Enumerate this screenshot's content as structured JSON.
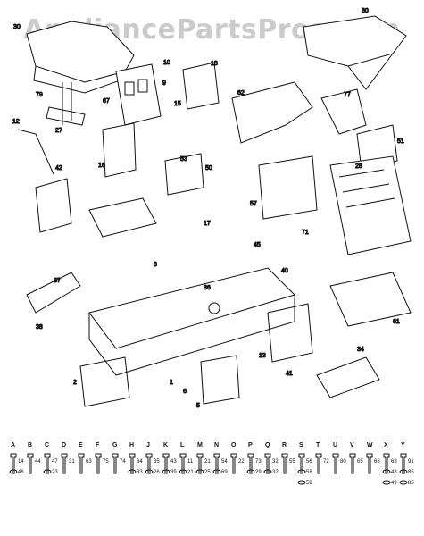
{
  "watermark": "AppliancePartsPros.com",
  "callouts": [
    {
      "id": "c30",
      "text": "30"
    },
    {
      "id": "c10",
      "text": "10"
    },
    {
      "id": "c18",
      "text": "18"
    },
    {
      "id": "c15",
      "text": "15"
    },
    {
      "id": "c67",
      "text": "67"
    },
    {
      "id": "c79",
      "text": "79"
    },
    {
      "id": "c27",
      "text": "27"
    },
    {
      "id": "c12",
      "text": "12"
    },
    {
      "id": "c42",
      "text": "42"
    },
    {
      "id": "c16",
      "text": "16"
    },
    {
      "id": "c53",
      "text": "53"
    },
    {
      "id": "c50",
      "text": "50"
    },
    {
      "id": "c60",
      "text": "60"
    },
    {
      "id": "c62",
      "text": "62"
    },
    {
      "id": "c77",
      "text": "77"
    },
    {
      "id": "c51",
      "text": "51"
    },
    {
      "id": "c28",
      "text": "28"
    },
    {
      "id": "c57",
      "text": "57"
    },
    {
      "id": "c71",
      "text": "71"
    },
    {
      "id": "c17",
      "text": "17"
    },
    {
      "id": "c45",
      "text": "45"
    },
    {
      "id": "c40",
      "text": "40"
    },
    {
      "id": "c37",
      "text": "37"
    },
    {
      "id": "c38",
      "text": "38"
    },
    {
      "id": "c36",
      "text": "36"
    },
    {
      "id": "c2",
      "text": "2"
    },
    {
      "id": "c1",
      "text": "1"
    },
    {
      "id": "c5",
      "text": "5"
    },
    {
      "id": "c13",
      "text": "13"
    },
    {
      "id": "c61",
      "text": "61"
    },
    {
      "id": "c34",
      "text": "34"
    },
    {
      "id": "c8",
      "text": "8"
    },
    {
      "id": "c6",
      "text": "6"
    },
    {
      "id": "c9",
      "text": "9"
    },
    {
      "id": "c41",
      "text": "41"
    }
  ],
  "hardware": [
    {
      "letter": "A",
      "nums": [
        "14",
        "46"
      ]
    },
    {
      "letter": "B",
      "nums": [
        "44"
      ]
    },
    {
      "letter": "C",
      "nums": [
        "47",
        "23"
      ]
    },
    {
      "letter": "D",
      "nums": [
        "31"
      ]
    },
    {
      "letter": "E",
      "nums": [
        "63"
      ]
    },
    {
      "letter": "F",
      "nums": [
        "75"
      ]
    },
    {
      "letter": "G",
      "nums": [
        "74"
      ]
    },
    {
      "letter": "H",
      "nums": [
        "64",
        "33"
      ]
    },
    {
      "letter": "J",
      "nums": [
        "35",
        "26"
      ]
    },
    {
      "letter": "K",
      "nums": [
        "43",
        "39"
      ]
    },
    {
      "letter": "L",
      "nums": [
        "11",
        "21"
      ]
    },
    {
      "letter": "M",
      "nums": [
        "21",
        "25"
      ]
    },
    {
      "letter": "N",
      "nums": [
        "54",
        "69"
      ]
    },
    {
      "letter": "O",
      "nums": [
        "22"
      ]
    },
    {
      "letter": "P",
      "nums": [
        "73",
        "29"
      ]
    },
    {
      "letter": "Q",
      "nums": [
        "32",
        "32"
      ]
    },
    {
      "letter": "R",
      "nums": [
        "55"
      ]
    },
    {
      "letter": "S",
      "nums": [
        "56",
        "58",
        "59"
      ]
    },
    {
      "letter": "T",
      "nums": [
        "72"
      ]
    },
    {
      "letter": "U",
      "nums": [
        "80"
      ]
    },
    {
      "letter": "V",
      "nums": [
        "65"
      ]
    },
    {
      "letter": "W",
      "nums": [
        "66"
      ]
    },
    {
      "letter": "X",
      "nums": [
        "68",
        "48",
        "49"
      ]
    },
    {
      "letter": "Y",
      "nums": [
        "91",
        "85",
        "85"
      ]
    }
  ],
  "colors": {
    "line": "#111111",
    "background": "#ffffff",
    "watermark": "#a0a0a0"
  }
}
